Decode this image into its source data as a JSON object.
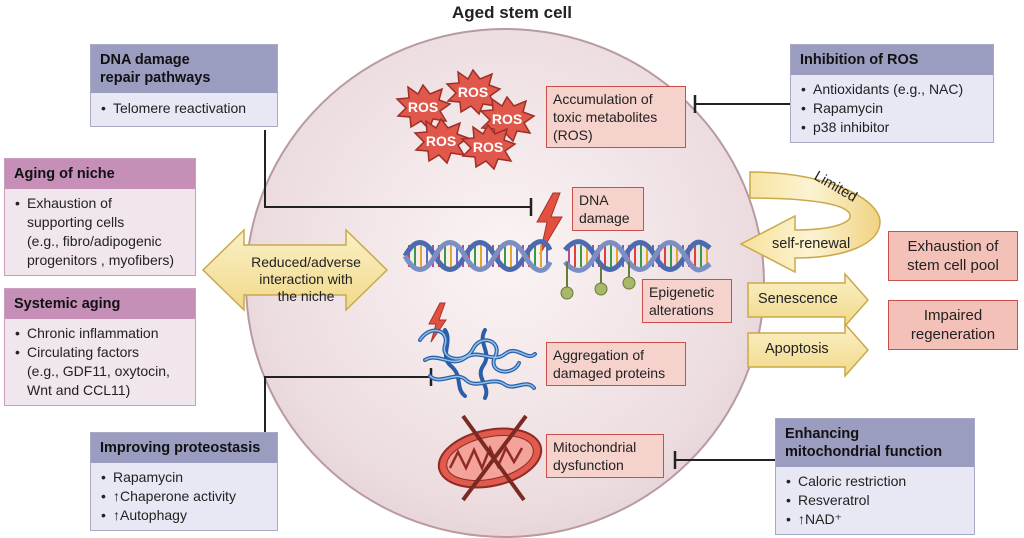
{
  "title": "Aged stem cell",
  "dna_repair": {
    "header": "DNA damage\nrepair pathways",
    "items": [
      "Telomere reactivation"
    ]
  },
  "inhibition_ros": {
    "header": "Inhibition of ROS",
    "items": [
      "Antioxidants (e.g., NAC)",
      "Rapamycin",
      "p38 inhibitor"
    ]
  },
  "aging_niche": {
    "header": "Aging of niche",
    "item_lines": [
      "Exhaustion of",
      "supporting cells",
      "(e.g., fibro/adipogenic",
      "progenitors , myofibers)"
    ]
  },
  "systemic_aging": {
    "header": "Systemic aging",
    "item1": "Chronic inflammation",
    "item2_lines": [
      "Circulating factors",
      "(e.g., GDF11, oxytocin,",
      "Wnt and CCL11)"
    ]
  },
  "proteostasis": {
    "header": "Improving proteostasis",
    "items": [
      "Rapamycin",
      "↑Chaperone activity",
      "↑Autophagy"
    ]
  },
  "mito_function": {
    "header": "Enhancing\nmitochondrial function",
    "items": [
      "Caloric restriction",
      "Resveratrol",
      "↑NAD⁺"
    ]
  },
  "ros_labels": [
    "ROS",
    "ROS",
    "ROS",
    "ROS",
    "ROS"
  ],
  "boxes": {
    "toxic": "Accumulation of\ntoxic metabolites\n(ROS)",
    "dna_damage": "DNA\ndamage",
    "epigenetic": "Epigenetic\nalterations",
    "aggregation": "Aggregation of\ndamaged proteins",
    "mito_dys": "Mitochondrial\ndysfunction",
    "exhaustion": "Exhaustion of\nstem cell pool",
    "impaired": "Impaired\nregeneration"
  },
  "niche_arrow": "Reduced/adverse\ninteraction with\nthe niche",
  "limited": "Limited",
  "self_renewal": "self-renewal",
  "senescence": "Senescence",
  "apoptosis": "Apoptosis",
  "colors": {
    "cell_fill": "#ecdcdf",
    "panel_header": "#9a9cc0",
    "pink_header": "#c58fb8",
    "red_box": "#f6d2cc",
    "arrow_yellow": "#f8e7a8",
    "ros": "#e0584b"
  }
}
